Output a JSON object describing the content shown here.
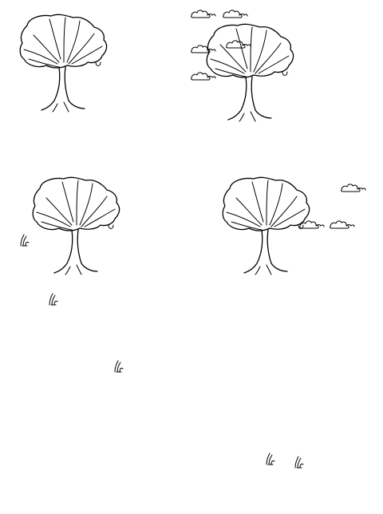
{
  "scene": {
    "background": "#ffffff",
    "ink_color": "#000000",
    "trees": [
      {
        "name": "tree-top-left"
      },
      {
        "name": "tree-top-right"
      },
      {
        "name": "tree-middle-left"
      },
      {
        "name": "tree-middle-right"
      }
    ],
    "cloud_groups": [
      {
        "name": "cloud-group-top-right-tree"
      },
      {
        "name": "cloud-group-middle-right-tree"
      }
    ],
    "grass_tufts": [
      {
        "name": "grass-tuft-1"
      },
      {
        "name": "grass-tuft-2"
      },
      {
        "name": "grass-tuft-3"
      },
      {
        "name": "grass-tuft-4"
      },
      {
        "name": "grass-tuft-5"
      }
    ]
  }
}
